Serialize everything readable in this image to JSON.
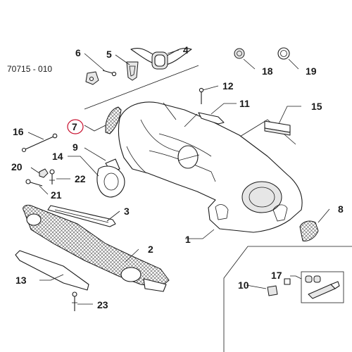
{
  "diagram": {
    "reference_code": "70715 - 010",
    "highlighted_part": "7",
    "callouts": [
      {
        "id": "1",
        "label": "1"
      },
      {
        "id": "2",
        "label": "2"
      },
      {
        "id": "3",
        "label": "3"
      },
      {
        "id": "4",
        "label": "4"
      },
      {
        "id": "5",
        "label": "5"
      },
      {
        "id": "6",
        "label": "6"
      },
      {
        "id": "7",
        "label": "7"
      },
      {
        "id": "8",
        "label": "8"
      },
      {
        "id": "9",
        "label": "9"
      },
      {
        "id": "10",
        "label": "10"
      },
      {
        "id": "11",
        "label": "11"
      },
      {
        "id": "12",
        "label": "12"
      },
      {
        "id": "13",
        "label": "13"
      },
      {
        "id": "14",
        "label": "14"
      },
      {
        "id": "15",
        "label": "15"
      },
      {
        "id": "16",
        "label": "16"
      },
      {
        "id": "17",
        "label": "17"
      },
      {
        "id": "18",
        "label": "18"
      },
      {
        "id": "19",
        "label": "19"
      },
      {
        "id": "20",
        "label": "20"
      },
      {
        "id": "21",
        "label": "21"
      },
      {
        "id": "22",
        "label": "22"
      },
      {
        "id": "23",
        "label": "23"
      }
    ]
  }
}
